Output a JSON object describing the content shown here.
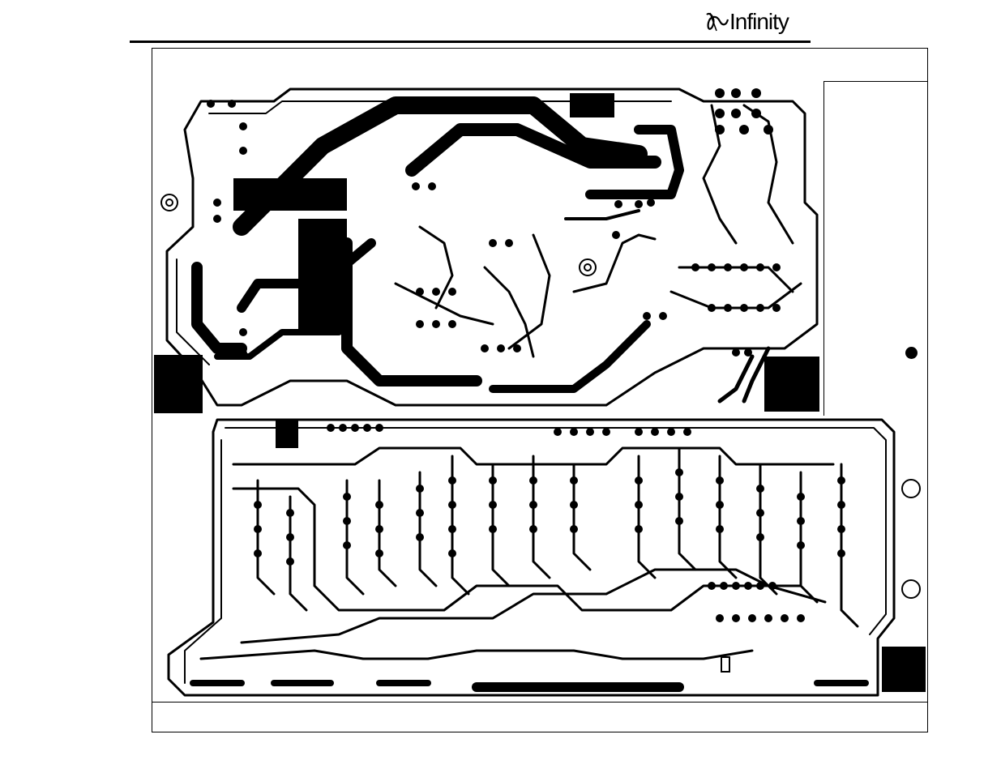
{
  "header": {
    "brand_logo_text": "Infinity",
    "brand_logo_mark": "infinity-swirl-mark"
  },
  "layout_panels": {
    "top_panel": "pcb-top-layer",
    "bottom_panel": "pcb-bottom-layer"
  },
  "colors": {
    "copper": "#000000",
    "substrate": "#ffffff"
  }
}
